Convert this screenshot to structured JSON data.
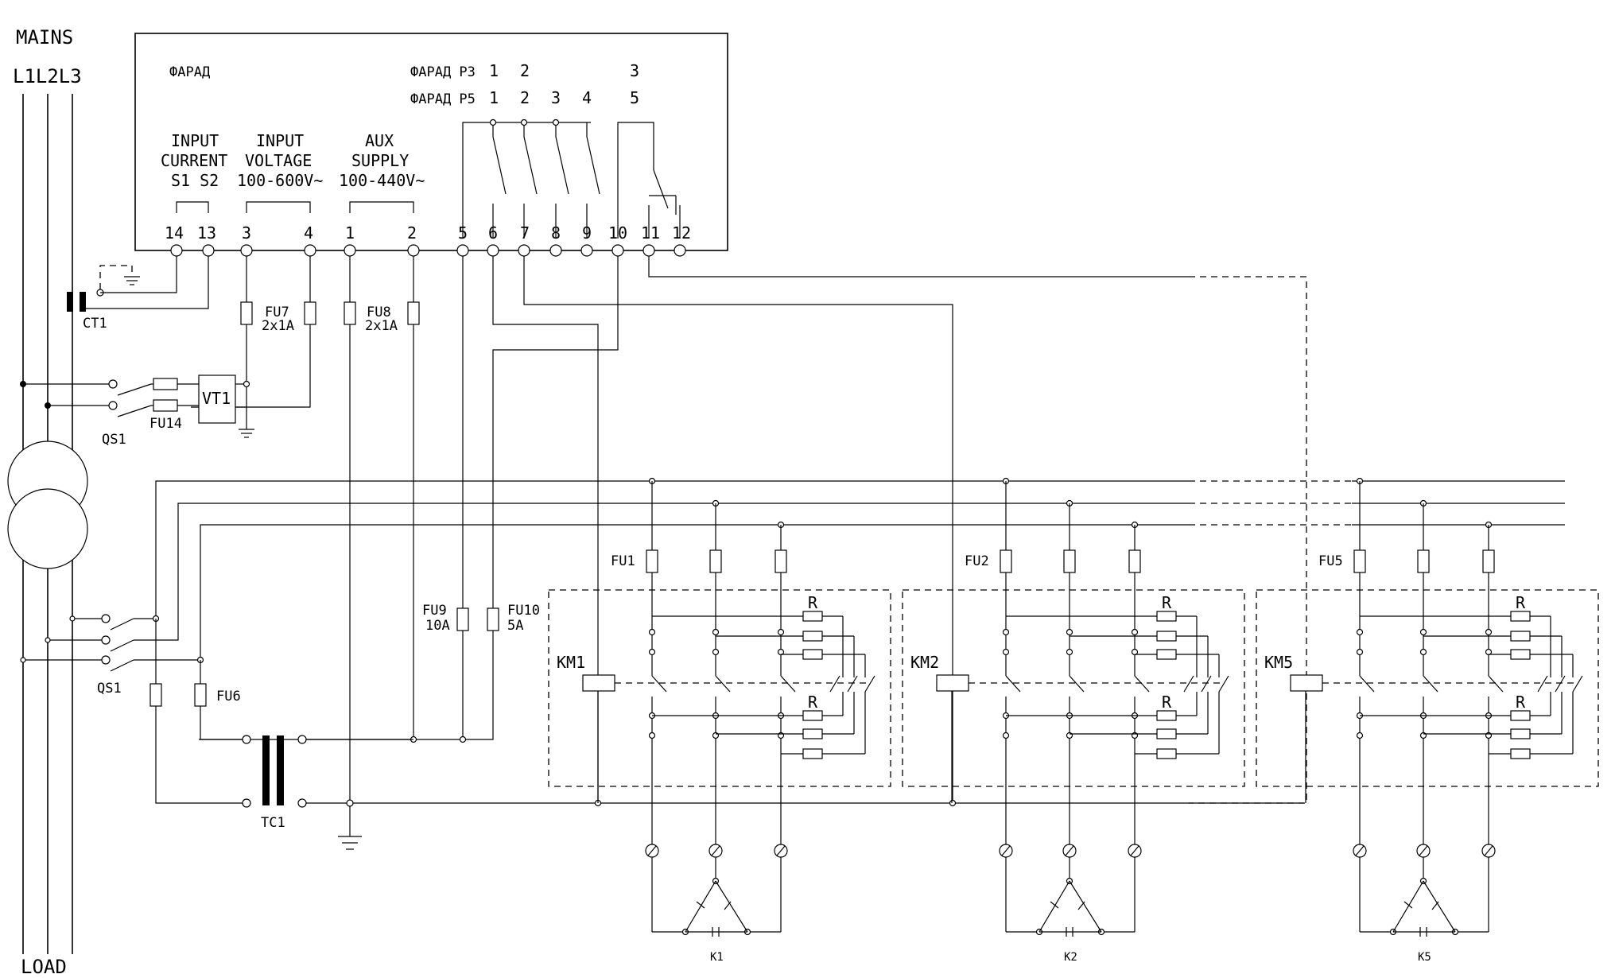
{
  "mains": {
    "title": "MAINS",
    "phases": "L1L2L3",
    "load": "LOAD"
  },
  "controller": {
    "name": "ФАРАД",
    "p3": {
      "label": "ФАРАД Р3",
      "c1": "1",
      "c2": "2",
      "c3": "3"
    },
    "p5": {
      "label": "ФАРАД Р5",
      "c1": "1",
      "c2": "2",
      "c3": "3",
      "c4": "4",
      "c5": "5"
    },
    "input_current": {
      "l1": "INPUT",
      "l2": "CURRENT",
      "l3": "S1  S2"
    },
    "input_voltage": {
      "l1": "INPUT",
      "l2": "VOLTAGE",
      "l3": "100-600V~"
    },
    "aux_supply": {
      "l1": "AUX",
      "l2": "SUPPLY",
      "l3": "100-440V~"
    },
    "terminals": [
      "14",
      "13",
      "3",
      "4",
      "1",
      "2",
      "5",
      "6",
      "7",
      "8",
      "9",
      "10",
      "11",
      "12"
    ]
  },
  "components": {
    "ct1": "CT1",
    "fu7": "FU7",
    "fu7_rating": "2x1A",
    "fu8": "FU8",
    "fu8_rating": "2x1A",
    "vt1": "VT1",
    "qs1_top": "QS1",
    "fu14": "FU14",
    "qs1_bottom": "QS1",
    "fu6": "FU6",
    "tc1": "TC1",
    "fu9": "FU9",
    "fu9_rating": "10A",
    "fu10": "FU10",
    "fu10_rating": "5A"
  },
  "stages": [
    {
      "contactor": "KM1",
      "fuse": "FU1",
      "resistor_top": "R",
      "resistor_bottom": "R",
      "capacitor": "K1"
    },
    {
      "contactor": "KM2",
      "fuse": "FU2",
      "resistor_top": "R",
      "resistor_bottom": "R",
      "capacitor": "K2"
    },
    {
      "contactor": "KM5",
      "fuse": "FU5",
      "resistor_top": "R",
      "resistor_bottom": "R",
      "capacitor": "K5"
    }
  ]
}
